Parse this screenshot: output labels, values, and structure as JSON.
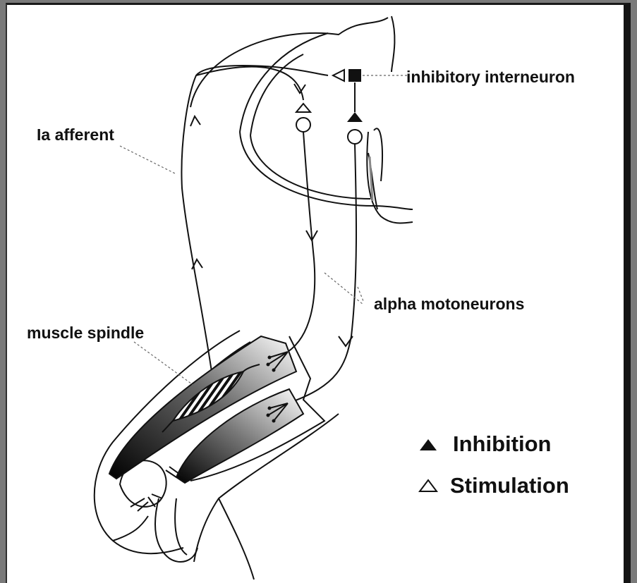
{
  "labels": {
    "inhibitory_interneuron": "inhibitory interneuron",
    "ia_afferent": "Ia afferent",
    "alpha_motoneurons": "alpha motoneurons",
    "muscle_spindle": "muscle spindle"
  },
  "legend": {
    "inhibition": "Inhibition",
    "stimulation": "Stimulation"
  },
  "colors": {
    "ink": "#111111",
    "background": "#ffffff",
    "surround": "#7a7a7a"
  }
}
